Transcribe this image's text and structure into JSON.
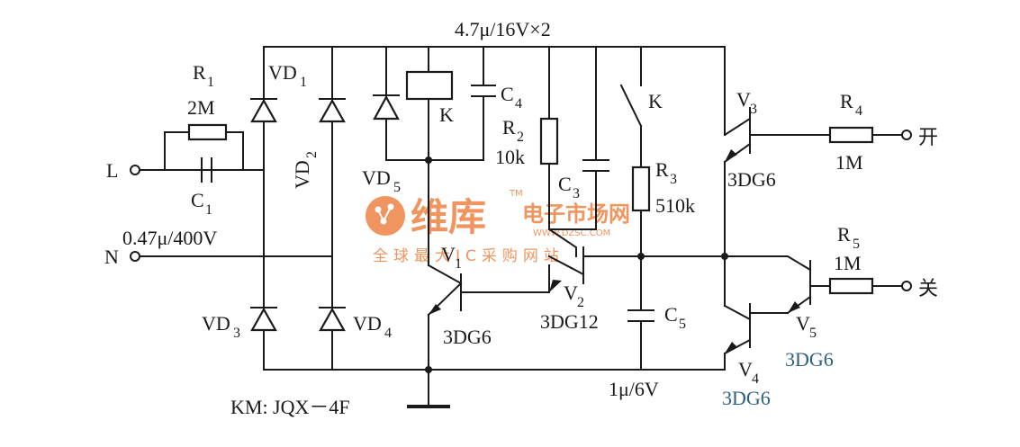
{
  "title_cap": "4.7μ/16V×2",
  "terminals": {
    "L": "L",
    "N": "N",
    "open": "开",
    "close": "关"
  },
  "r1": {
    "name": "R",
    "sub": "1",
    "value": "2M"
  },
  "c1": {
    "name": "C",
    "sub": "1",
    "value": "0.47μ/400V"
  },
  "vd1": {
    "name": "VD",
    "sub": "1"
  },
  "vd2": {
    "name": "VD",
    "sub": "2"
  },
  "vd3": {
    "name": "VD",
    "sub": "3"
  },
  "vd4": {
    "name": "VD",
    "sub": "4"
  },
  "vd5": {
    "name": "VD",
    "sub": "5"
  },
  "relay": {
    "label": "K"
  },
  "switch": {
    "label": "K"
  },
  "c4": {
    "name": "C",
    "sub": "4"
  },
  "r2": {
    "name": "R",
    "sub": "2",
    "value": "10k"
  },
  "c3": {
    "name": "C",
    "sub": "3"
  },
  "r3": {
    "name": "R",
    "sub": "3",
    "value": "510k"
  },
  "v1": {
    "name": "V",
    "sub": "1",
    "model": "3DG6"
  },
  "v2": {
    "name": "V",
    "sub": "2",
    "model": "3DG12"
  },
  "c5": {
    "name": "C",
    "sub": "5",
    "value": "1μ/6V"
  },
  "v3": {
    "name": "V",
    "sub": "3",
    "model": "3DG6"
  },
  "r4": {
    "name": "R",
    "sub": "4",
    "value": "1M"
  },
  "r5": {
    "name": "R",
    "sub": "5",
    "value": "1M"
  },
  "v4": {
    "name": "V",
    "sub": "4",
    "model": "3DG6"
  },
  "v5": {
    "name": "V",
    "sub": "5",
    "model": "3DG6"
  },
  "km": "KM: JQX－4F",
  "watermark": {
    "brand": "维库",
    "tm": "TM",
    "site": "电子市场网",
    "url": "WWW.DZSC.COM",
    "slogan": "全球最大IC采购网站"
  }
}
